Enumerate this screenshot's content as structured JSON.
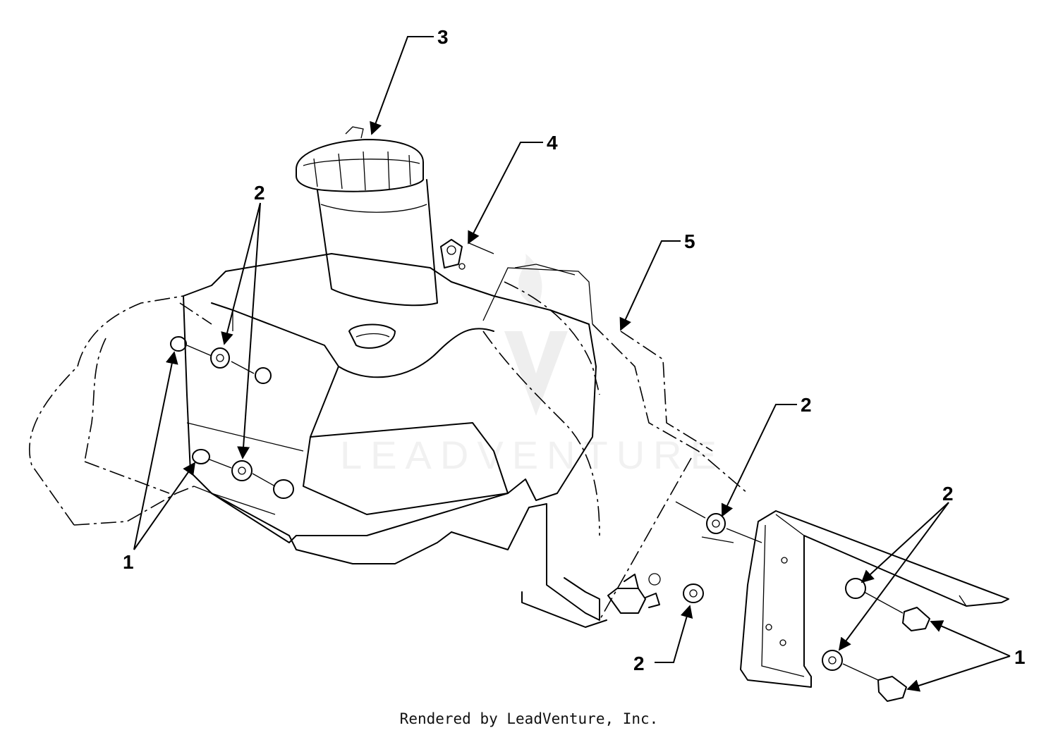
{
  "callouts": {
    "c3": "3",
    "c4": "4",
    "c5": "5",
    "c2_upper_left": "2",
    "c2_right_mid": "2",
    "c2_right_low": "2",
    "c2_bottom": "2",
    "c1_left": "1",
    "c1_right": "1"
  },
  "watermark": {
    "text": "LEADVENTURE"
  },
  "caption": "Rendered by LeadVenture, Inc."
}
